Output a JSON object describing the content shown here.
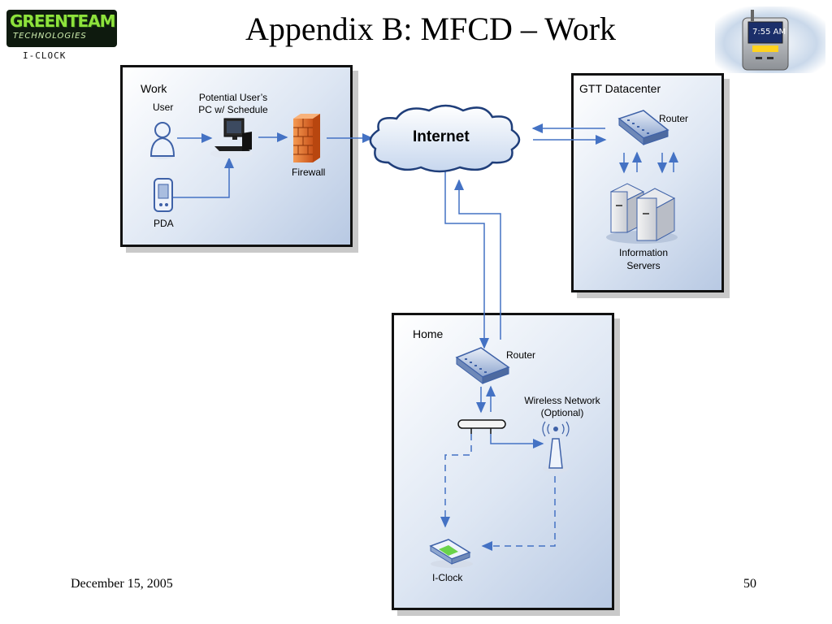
{
  "slide": {
    "title": "Appendix B: MFCD – Work",
    "footer_date": "December 15, 2005",
    "page_number": "50"
  },
  "logo": {
    "main": "GREENTEAM",
    "sub": "TECHNOLOGIES",
    "product": "I-CLOCK"
  },
  "device_screen": {
    "time": "7:55 AM"
  },
  "work": {
    "title": "Work",
    "user_label": "User",
    "pc_label_line1": "Potential User’s",
    "pc_label_line2": "PC w/ Schedule",
    "firewall_label": "Firewall",
    "pda_label": "PDA"
  },
  "internet": {
    "label": "Internet"
  },
  "datacenter": {
    "title": "GTT Datacenter",
    "router_label": "Router",
    "servers_line1": "Information",
    "servers_line2": "Servers"
  },
  "home": {
    "title": "Home",
    "router_label": "Router",
    "wireless_line1": "Wireless Network",
    "wireless_line2": "(Optional)",
    "iclock_label": "I-Clock"
  },
  "colors": {
    "connector": "#4472c4",
    "panel_border": "#111111",
    "firewall": "#e8742a",
    "logo_green": "#8ee23c"
  },
  "icons": [
    "user-icon",
    "computer-icon",
    "firewall-icon",
    "pda-icon",
    "cloud-icon",
    "router-icon",
    "server-icon",
    "hub-icon",
    "antenna-icon",
    "iclock-icon"
  ]
}
